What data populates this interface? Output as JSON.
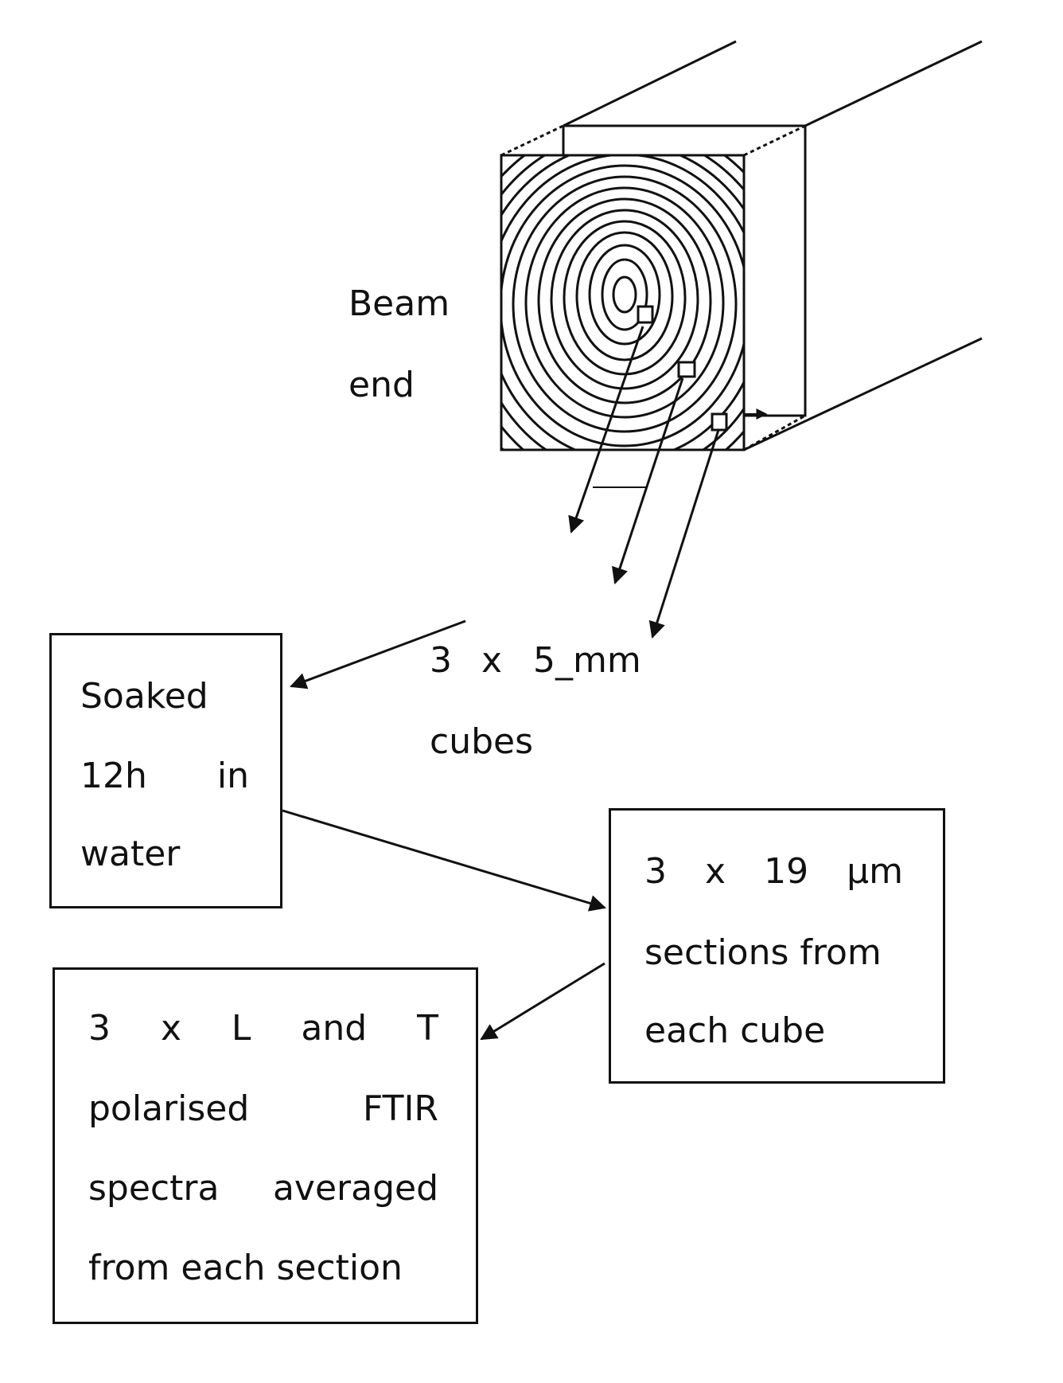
{
  "beam_label": {
    "line1": "Beam",
    "line2": "end"
  },
  "cubes_label": {
    "n": "3",
    "x": "x",
    "size": "5_mm",
    "word": "cubes"
  },
  "box_soaked": {
    "line1": "Soaked",
    "line2_a": "12h",
    "line2_b": "in",
    "line3": "water"
  },
  "box_sections": {
    "l1_a": "3",
    "l1_b": "x",
    "l1_c": "19",
    "l1_d": "µm",
    "line2": "sections from",
    "line3": "each cube"
  },
  "box_ftir": {
    "l1_a": "3",
    "l1_b": "x",
    "l1_c": "L",
    "l1_d": "and",
    "l1_e": "T",
    "l2_a": "polarised",
    "l2_b": "FTIR",
    "l3_a": "spectra",
    "l3_b": "averaged",
    "line4": "from each section"
  },
  "colors": {
    "ink": "#111111",
    "background": "#ffffff"
  }
}
